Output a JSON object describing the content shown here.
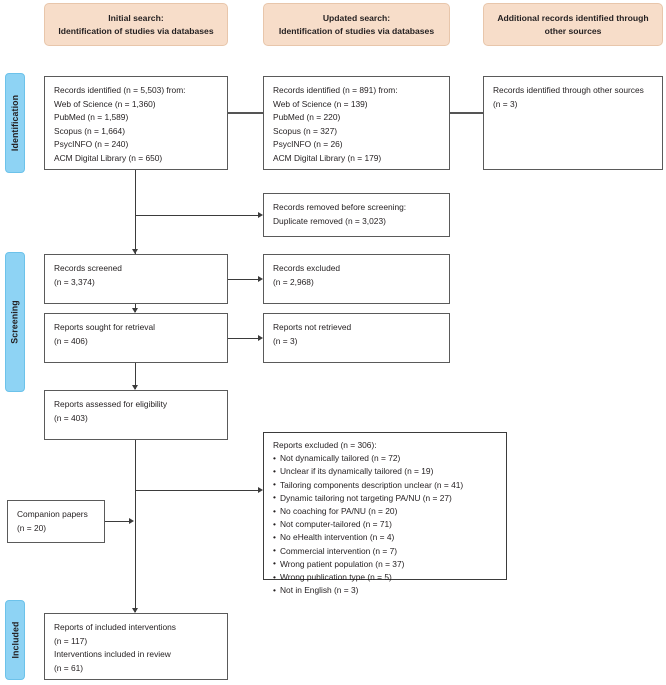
{
  "headers": [
    {
      "name": "header-initial-search",
      "text": "Initial search:\nIdentification of studies via databases"
    },
    {
      "name": "header-updated-search",
      "text": "Updated search:\nIdentification of studies via databases"
    },
    {
      "name": "header-additional-records",
      "text": "Additional records identified through other sources"
    }
  ],
  "stages": [
    {
      "name": "stage-identification",
      "label": "Identification"
    },
    {
      "name": "stage-screening",
      "label": "Screening"
    },
    {
      "name": "stage-included",
      "label": "Included"
    }
  ],
  "boxes": {
    "initial_records": "Records identified (n = 5,503) from:\nWeb of Science (n = 1,360)\nPubMed (n = 1,589)\nScopus (n = 1,664)\nPsycINFO (n = 240)\nACM Digital Library (n = 650)",
    "updated_records": "Records identified (n = 891) from:\nWeb of Science (n = 139)\nPubMed (n = 220)\nScopus (n = 327)\nPsycINFO (n = 26)\nACM Digital Library (n = 179)",
    "other_sources": "Records identified through other sources\n(n = 3)",
    "records_removed": "Records removed before screening:\nDuplicate removed (n = 3,023)",
    "records_screened": "Records screened\n(n = 3,374)",
    "records_excluded": "Records excluded\n(n = 2,968)",
    "reports_sought": "Reports sought for retrieval\n(n = 406)",
    "reports_not_retrieved": "Reports not retrieved\n(n = 3)",
    "reports_assessed": "Reports assessed for eligibility\n(n = 403)",
    "companion_papers": "Companion papers\n(n = 20)",
    "included_reports": "Reports of included interventions\n(n = 117)\nInterventions included in review\n(n = 61)"
  },
  "reports_excluded": {
    "title": "Reports excluded (n = 306):",
    "reasons": [
      "Not dynamically tailored (n = 72)",
      "Unclear if its dynamically tailored (n = 19)",
      "Tailoring components description unclear (n = 41)",
      "Dynamic tailoring not targeting PA/NU (n = 27)",
      "No coaching for PA/NU (n = 20)",
      "Not computer-tailored (n = 71)",
      "No eHealth intervention (n = 4)",
      "Commercial intervention (n = 7)",
      "Wrong patient population (n = 37)",
      "Wrong publication type (n = 5)",
      "Not in English (n = 3)"
    ]
  },
  "colors": {
    "header_fill": "#f7ddc9",
    "stage_fill": "#8ed3f4",
    "box_border": "#5a5a5a",
    "connector": "#3b3b3b"
  }
}
